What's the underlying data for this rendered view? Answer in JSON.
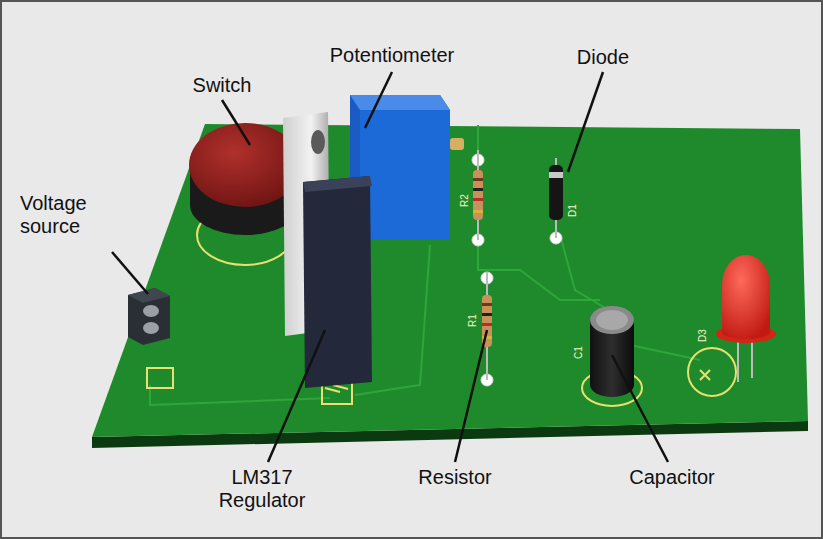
{
  "diagram": {
    "labels": [
      "Potentiometer",
      "Switch",
      "Diode",
      "Voltage source",
      "LM317 Regulator",
      "Resistor",
      "Capacitor",
      "R2",
      "D1",
      "R1",
      "C1",
      "D3"
    ]
  }
}
